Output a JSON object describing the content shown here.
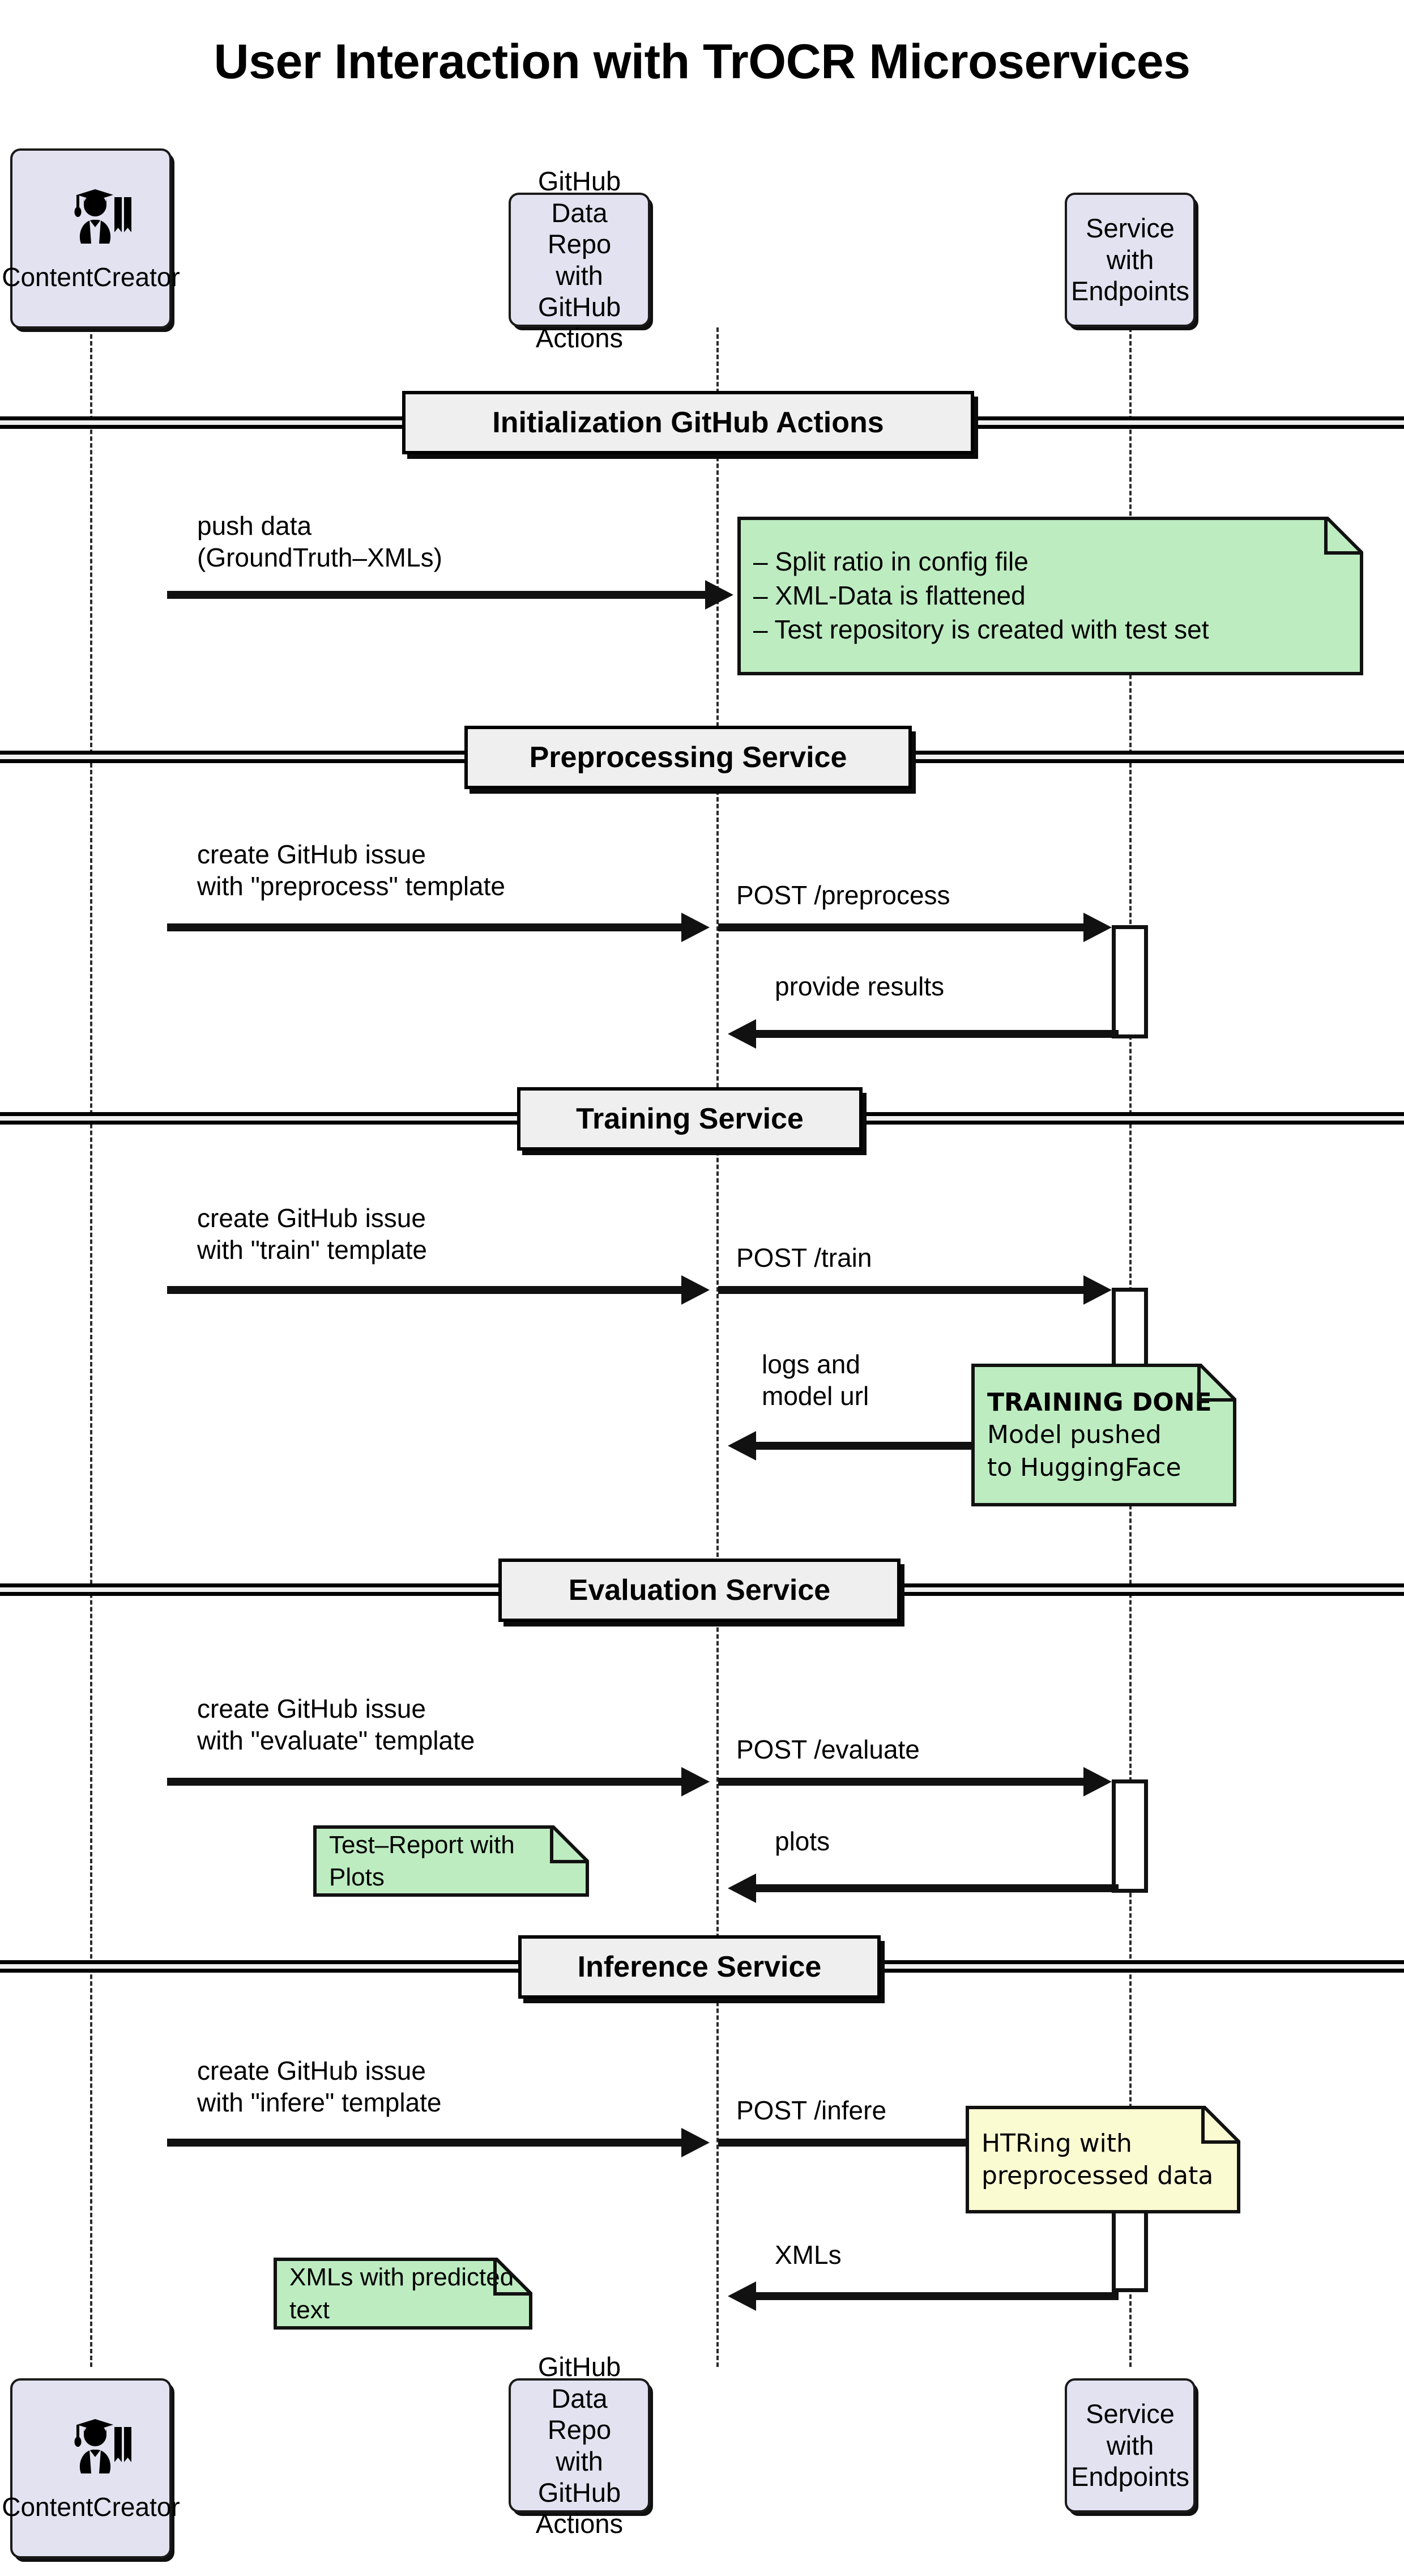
{
  "diagram": {
    "title": "User Interaction with TrOCR Microservices",
    "type": "sequence-diagram"
  },
  "participants": [
    {
      "id": "contentcreator",
      "label": "ContentCreator",
      "icon": "graduate-with-book-icon",
      "has_icon": true
    },
    {
      "id": "github-repo",
      "label": "GitHub Data Repo\nwith GitHub Actions",
      "icon": "",
      "has_icon": false
    },
    {
      "id": "service",
      "label": "Service\nwith Endpoints",
      "icon": "",
      "has_icon": false
    }
  ],
  "sections": [
    {
      "id": "initialization",
      "title": "Initialization GitHub Actions",
      "messages": [
        {
          "label": "push data\n(GroundTruth–XMLs)",
          "from": "contentcreator",
          "to": "github-repo",
          "direction": "right"
        }
      ],
      "notes": [
        {
          "id": "init-note",
          "color": "green",
          "text": "– Split ratio in config file\n– XML-Data is flattened\n– Test repository is created with test set"
        }
      ]
    },
    {
      "id": "preprocessing",
      "title": "Preprocessing Service",
      "messages": [
        {
          "label": "create GitHub issue\nwith \"preprocess\" template",
          "from": "contentcreator",
          "to": "github-repo",
          "direction": "right"
        },
        {
          "label": "POST /preprocess",
          "from": "github-repo",
          "to": "service",
          "direction": "right"
        },
        {
          "label": "provide results",
          "from": "service",
          "to": "github-repo",
          "direction": "left"
        }
      ],
      "notes": []
    },
    {
      "id": "training",
      "title": "Training Service",
      "messages": [
        {
          "label": "create GitHub issue\nwith \"train\" template",
          "from": "contentcreator",
          "to": "github-repo",
          "direction": "right"
        },
        {
          "label": "POST /train",
          "from": "github-repo",
          "to": "service",
          "direction": "right"
        },
        {
          "label": "logs and\nmodel url",
          "from": "service",
          "to": "github-repo",
          "direction": "left"
        }
      ],
      "notes": [
        {
          "id": "training-done-note",
          "color": "green",
          "title": "TRAINING DONE",
          "text": "Model pushed\nto HuggingFace"
        }
      ]
    },
    {
      "id": "evaluation",
      "title": "Evaluation Service",
      "messages": [
        {
          "label": "create GitHub issue\nwith \"evaluate\" template",
          "from": "contentcreator",
          "to": "github-repo",
          "direction": "right"
        },
        {
          "label": "POST /evaluate",
          "from": "github-repo",
          "to": "service",
          "direction": "right"
        },
        {
          "label": "plots",
          "from": "service",
          "to": "github-repo",
          "direction": "left"
        }
      ],
      "notes": [
        {
          "id": "test-report-note",
          "color": "green",
          "text": "Test–Report with Plots"
        }
      ]
    },
    {
      "id": "inference",
      "title": "Inference Service",
      "messages": [
        {
          "label": "create GitHub issue\nwith \"infere\" template",
          "from": "contentcreator",
          "to": "github-repo",
          "direction": "right"
        },
        {
          "label": "POST /infere",
          "from": "github-repo",
          "to": "service",
          "direction": "right"
        },
        {
          "label": "XMLs",
          "from": "service",
          "to": "github-repo",
          "direction": "left"
        }
      ],
      "notes": [
        {
          "id": "htring-note",
          "color": "yellow",
          "text": "HTRing with\npreprocessed data"
        },
        {
          "id": "xmls-note",
          "color": "green",
          "text": "XMLs with predicted text"
        }
      ]
    }
  ],
  "colors": {
    "participant_fill": "#e2e2f0",
    "note_green": "#bdecc0",
    "note_yellow": "#fbfbd2",
    "divider_fill": "#efefef",
    "line": "#111111",
    "background": "#ffffff"
  }
}
